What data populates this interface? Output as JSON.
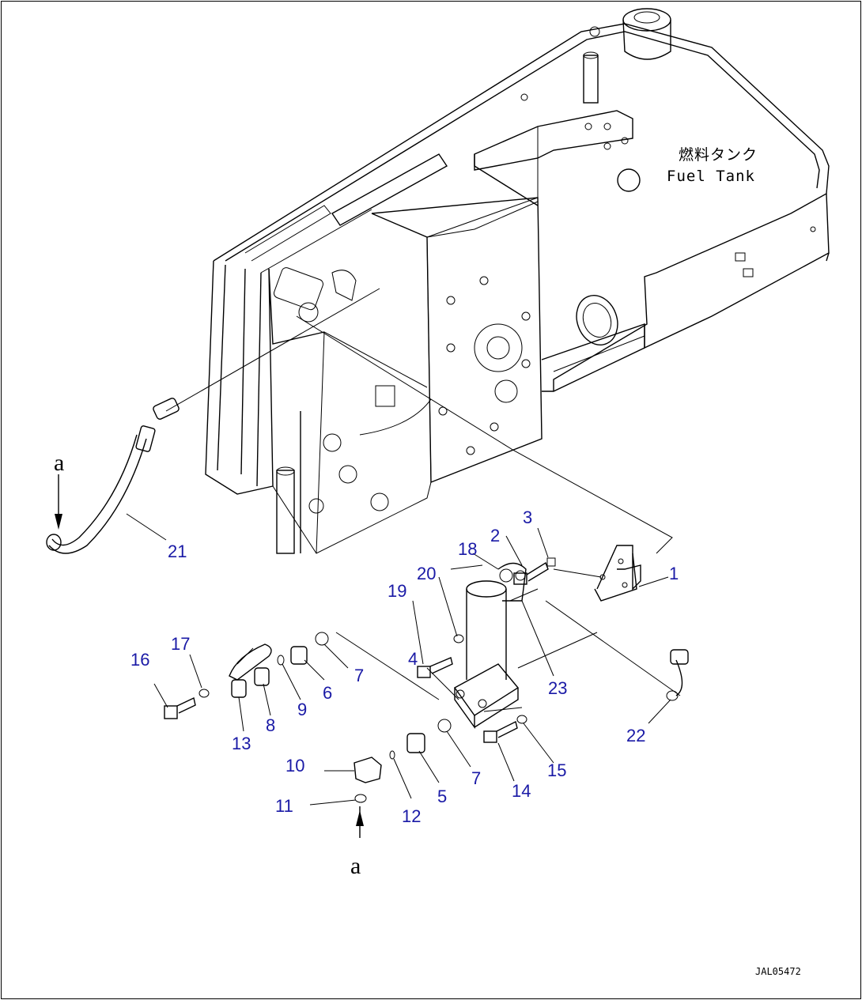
{
  "diagram": {
    "tank_label_jp": "燃料タンク",
    "tank_label_en": "Fuel Tank",
    "drawing_code": "JAL05472",
    "ref_letters": [
      "a",
      "a"
    ],
    "part_numbers": [
      "1",
      "2",
      "3",
      "4",
      "5",
      "6",
      "7",
      "7",
      "8",
      "9",
      "10",
      "11",
      "12",
      "13",
      "14",
      "15",
      "16",
      "17",
      "18",
      "19",
      "20",
      "21",
      "22",
      "23"
    ]
  }
}
